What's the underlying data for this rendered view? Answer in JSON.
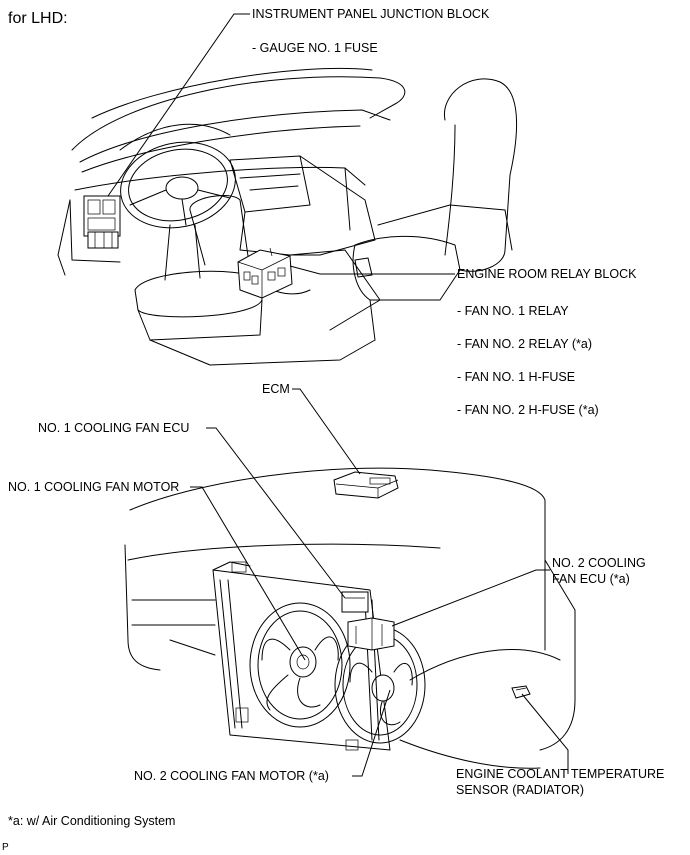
{
  "header": {
    "title": "for LHD:"
  },
  "labels": {
    "instrument_panel_junction_block": "INSTRUMENT PANEL JUNCTION BLOCK",
    "gauge_no1_fuse": "- GAUGE NO. 1 FUSE",
    "engine_room_relay_block": "ENGINE ROOM RELAY BLOCK",
    "fan_no1_relay": "- FAN NO. 1 RELAY",
    "fan_no2_relay": "- FAN NO. 2 RELAY (*a)",
    "fan_no1_hfuse": "- FAN NO. 1 H-FUSE",
    "fan_no2_hfuse": "- FAN NO. 2 H-FUSE (*a)",
    "ecm": "ECM",
    "no1_cooling_fan_ecu": "NO. 1 COOLING FAN ECU",
    "no1_cooling_fan_motor": "NO. 1 COOLING FAN MOTOR",
    "no2_cooling_fan_ecu_line1": "NO. 2 COOLING",
    "no2_cooling_fan_ecu_line2": "FAN ECU (*a)",
    "no2_cooling_fan_motor": "NO. 2 COOLING FAN MOTOR (*a)",
    "ect_sensor_line1": "ENGINE COOLANT TEMPERATURE",
    "ect_sensor_line2": "SENSOR (RADIATOR)"
  },
  "footnote": "*a: w/ Air Conditioning System",
  "corner_mark": "P"
}
